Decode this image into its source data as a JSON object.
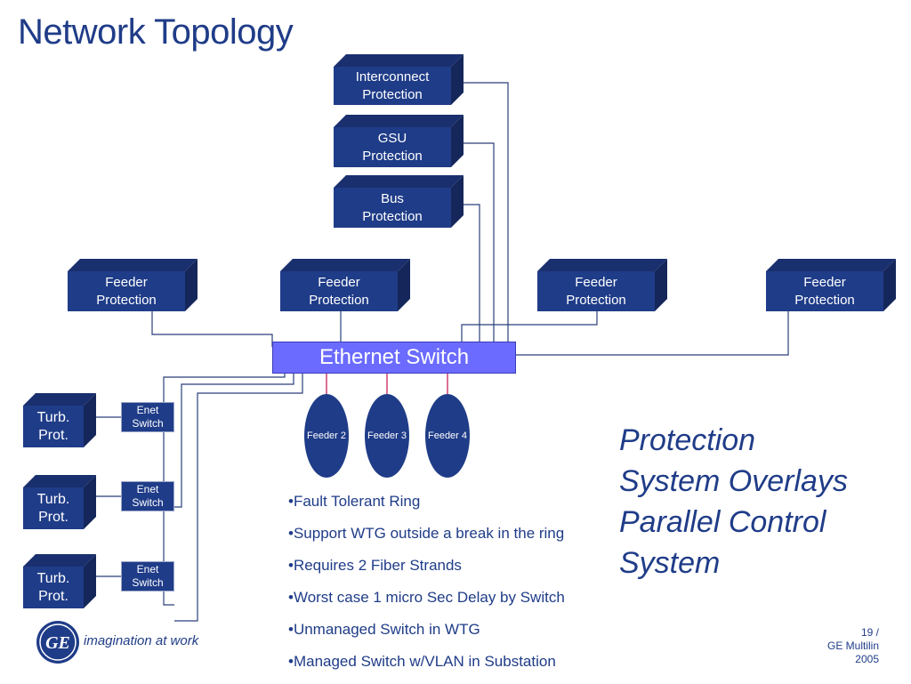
{
  "slide": {
    "title": "Network Topology",
    "accent_color": "#1f3c88",
    "switch_color": "#6b6bff",
    "link_color": "#2a3f7a",
    "feeder_link_color": "#d04070"
  },
  "diagram": {
    "top_boxes": [
      {
        "label": "Interconnect\nProtection"
      },
      {
        "label": "GSU\nProtection"
      },
      {
        "label": "Bus\nProtection"
      }
    ],
    "feeder_boxes": [
      {
        "label": "Feeder\nProtection"
      },
      {
        "label": "Feeder\nProtection"
      },
      {
        "label": "Feeder\nProtection"
      },
      {
        "label": "Feeder\nProtection"
      }
    ],
    "ethernet_switch": "Ethernet Switch",
    "feeder_nodes": [
      "Feeder 2",
      "Feeder 3",
      "Feeder 4"
    ],
    "turbines": [
      {
        "label": "Turb.\nProt.",
        "switch_label": "Enet\nSwitch"
      },
      {
        "label": "Turb.\nProt.",
        "switch_label": "Enet\nSwitch"
      },
      {
        "label": "Turb.\nProt.",
        "switch_label": "Enet\nSwitch"
      }
    ]
  },
  "bullets": [
    "•Fault Tolerant Ring",
    "•Support WTG outside a break in the ring",
    "•Requires 2 Fiber Strands",
    "•Worst case 1 micro Sec Delay by Switch",
    "•Unmanaged Switch in WTG",
    "•Managed Switch w/VLAN in Substation"
  ],
  "callout": [
    "Protection",
    "System Overlays",
    "Parallel Control",
    "System"
  ],
  "branding": {
    "logo_icon": "ge-monogram-icon",
    "logo_text": "GE",
    "tagline": "imagination at work"
  },
  "footer": {
    "page": "19 /",
    "company": "GE Multilin",
    "year": "2005"
  }
}
